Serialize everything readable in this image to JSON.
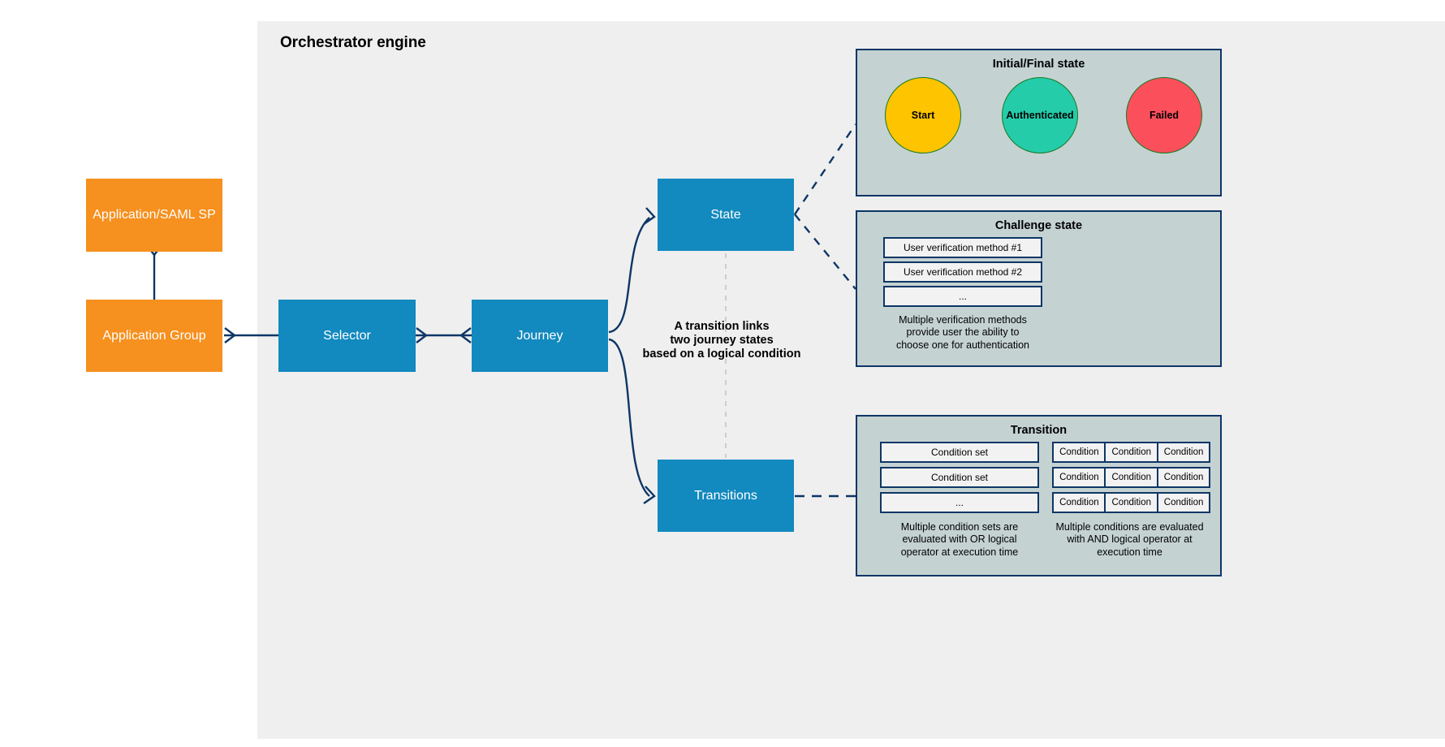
{
  "engine": {
    "title": "Orchestrator engine"
  },
  "nodes": {
    "app_saml_sp": "Application/SAML SP",
    "app_group": "Application Group",
    "selector": "Selector",
    "journey": "Journey",
    "state": "State",
    "transitions": "Transitions"
  },
  "annotation": {
    "line1": "A transition links",
    "line2": "two journey states",
    "line3": "based on a logical condition"
  },
  "panels": {
    "initial_final": {
      "title": "Initial/Final state",
      "circles": [
        {
          "label": "Start",
          "color": "#ffc400"
        },
        {
          "label": "Authenticated",
          "color": "#24ccaa"
        },
        {
          "label": "Failed",
          "color": "#fc4f5c"
        }
      ]
    },
    "challenge": {
      "title": "Challenge state",
      "methods": [
        "User verification method #1",
        "User verification method #2",
        "..."
      ],
      "caption_line1": "Multiple verification methods",
      "caption_line2": "provide user the ability to",
      "caption_line3": "choose one for authentication"
    },
    "transition": {
      "title": "Transition",
      "condition_sets": [
        "Condition set",
        "Condition set",
        "..."
      ],
      "condition_sets_caption_line1": "Multiple condition sets are",
      "condition_sets_caption_line2": "evaluated with OR logical",
      "condition_sets_caption_line3": "operator at execution time",
      "conditions_grid": [
        [
          "Condition",
          "Condition",
          "Condition"
        ],
        [
          "Condition",
          "Condition",
          "Condition"
        ],
        [
          "Condition",
          "Condition",
          "Condition"
        ]
      ],
      "conditions_caption_line1": "Multiple conditions are evaluated",
      "conditions_caption_line2": "with AND logical operator at",
      "conditions_caption_line3": "execution time"
    }
  },
  "colors": {
    "orange_node": "#f6901e",
    "blue_node": "#1289bf",
    "panel_background": "#c5d2d2",
    "panel_border": "#0d3666",
    "canvas": "#efefef",
    "connector": "#0d3666",
    "circle_border": "#157a20"
  }
}
